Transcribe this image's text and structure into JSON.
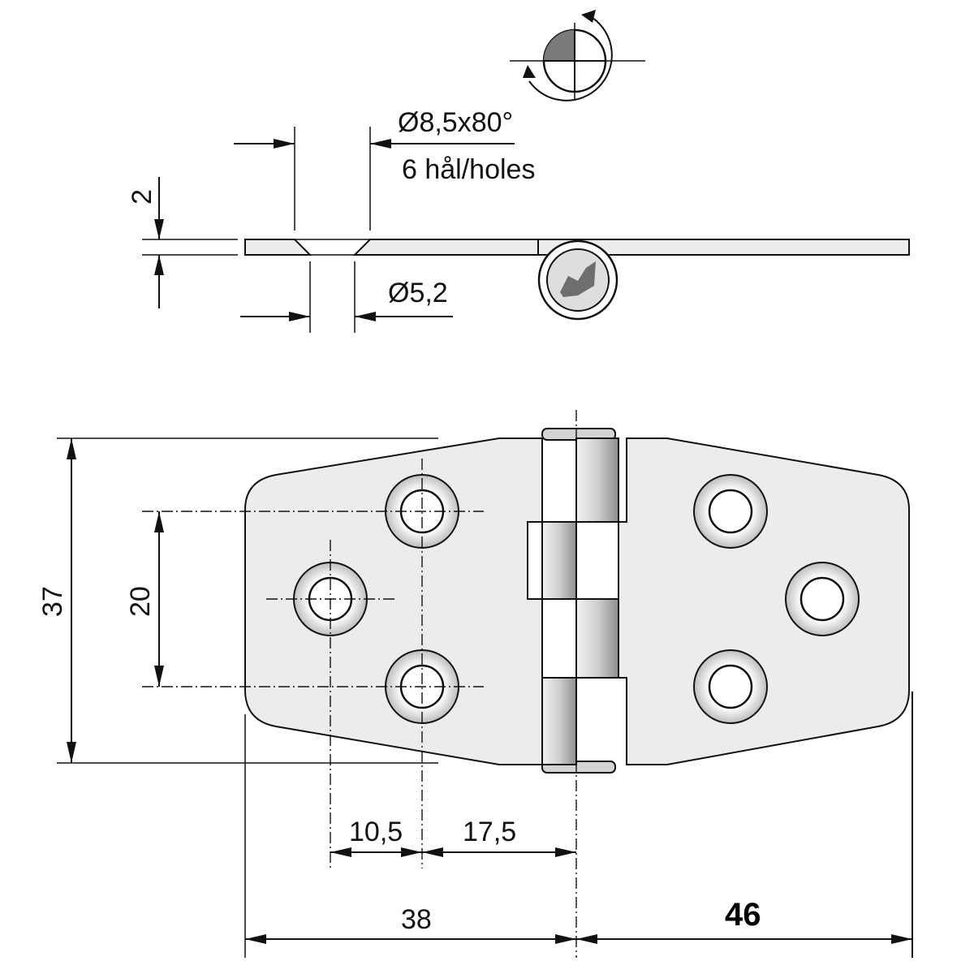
{
  "drawing": {
    "labels": {
      "countersink": "Ø8,5x80°",
      "holes": "6 hål/holes",
      "thickness": "2",
      "hole_diameter": "Ø5,2",
      "overall_height": "37",
      "hole_spacing_vertical": "20",
      "offset_a": "10,5",
      "offset_b": "17,5",
      "leaf_width": "38",
      "total_width": "46"
    }
  }
}
